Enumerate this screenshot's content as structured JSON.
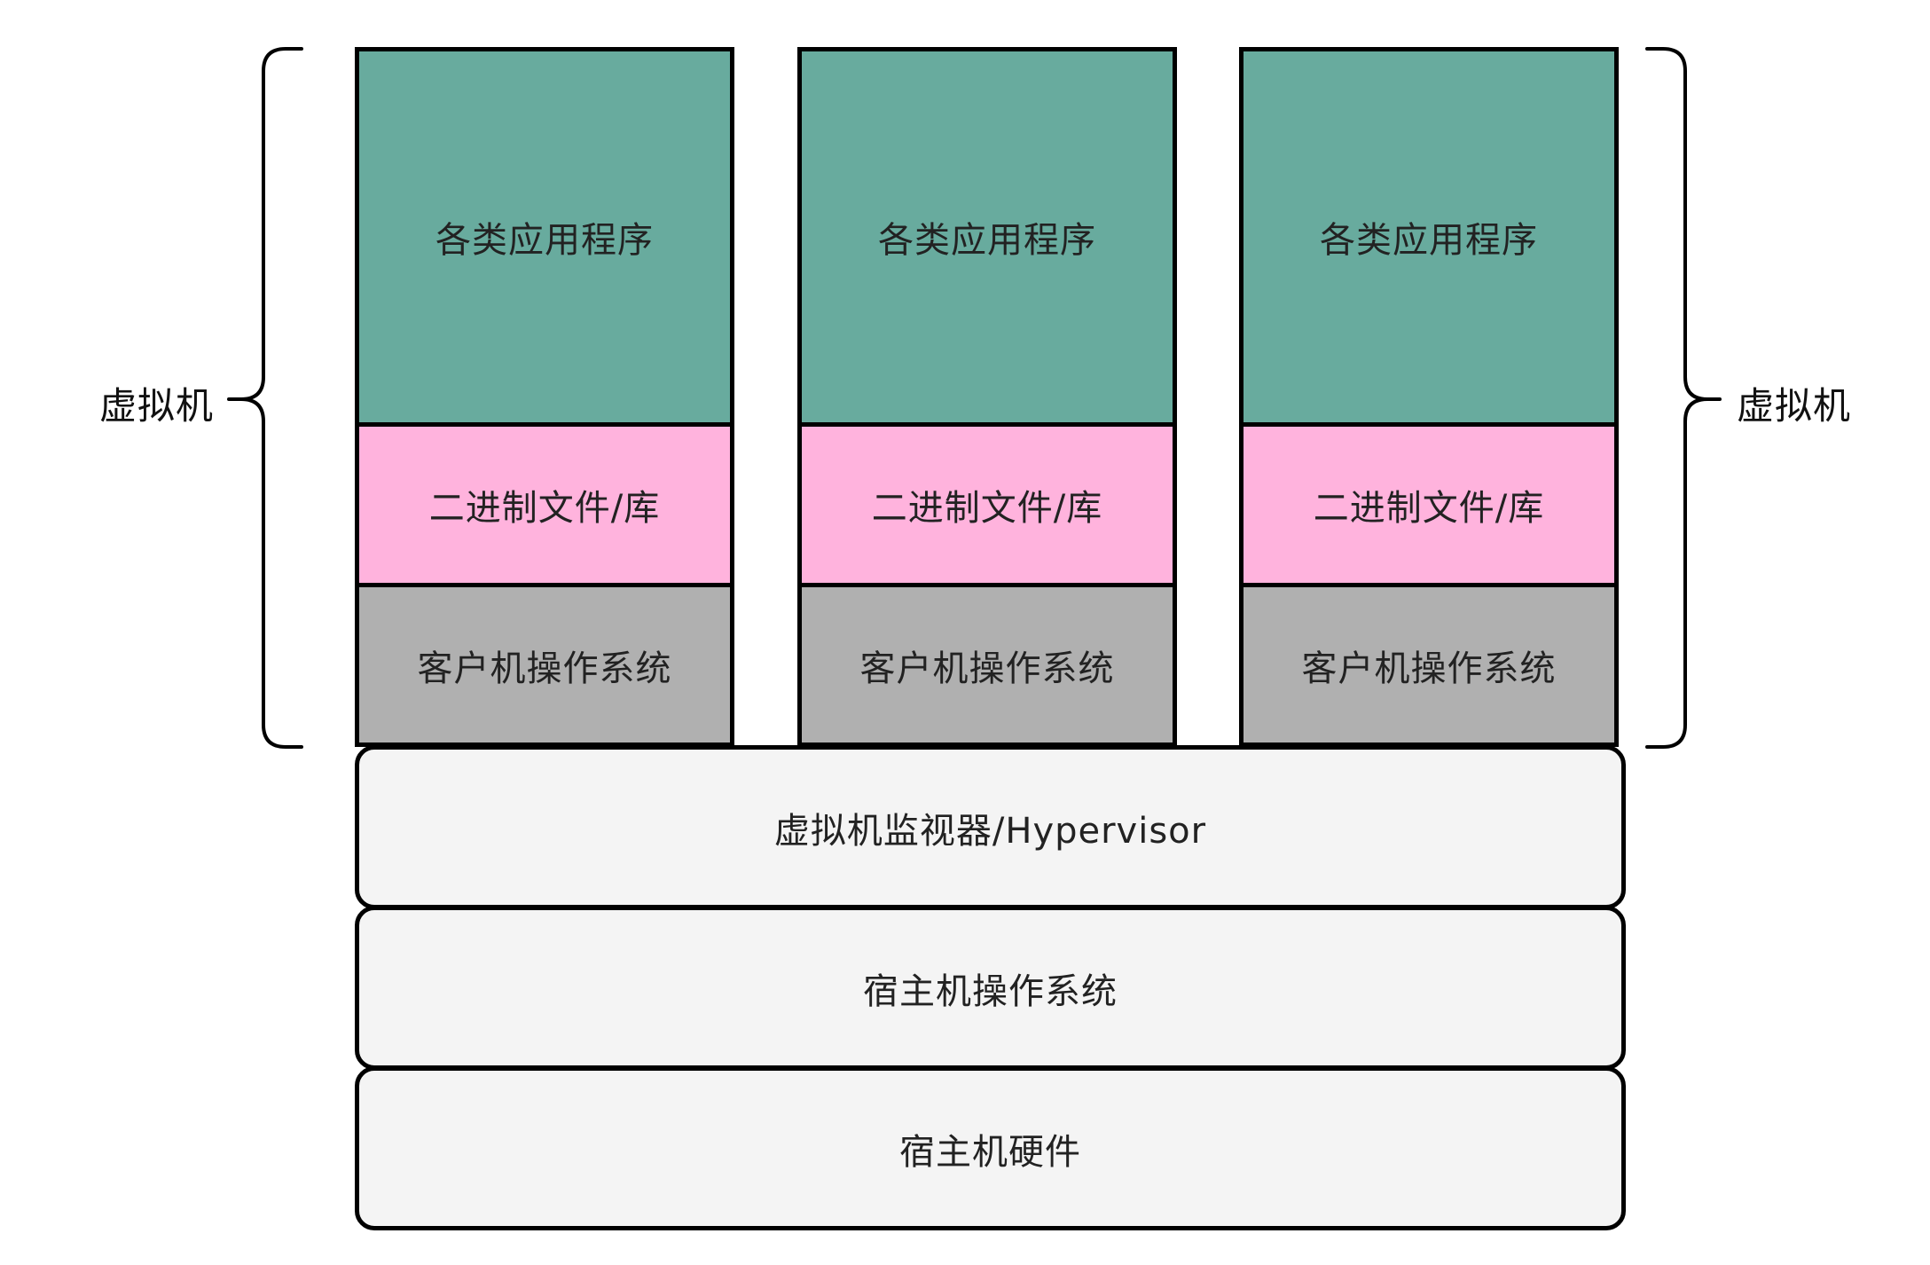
{
  "vms": [
    {
      "apps": "各类应用程序",
      "libs": "二进制文件/库",
      "guest_os": "客户机操作系统"
    },
    {
      "apps": "各类应用程序",
      "libs": "二进制文件/库",
      "guest_os": "客户机操作系统"
    },
    {
      "apps": "各类应用程序",
      "libs": "二进制文件/库",
      "guest_os": "客户机操作系统"
    }
  ],
  "layers": {
    "hypervisor": "虚拟机监视器/Hypervisor",
    "host_os": "宿主机操作系统",
    "host_hardware": "宿主机硬件"
  },
  "brace_labels": {
    "left": "虚拟机",
    "right": "虚拟机"
  },
  "colors": {
    "apps": "#68ab9e",
    "libs": "#ffb3dd",
    "guest_os": "#b0b0b0",
    "layer": "#f4f4f4",
    "outline": "#000000"
  }
}
